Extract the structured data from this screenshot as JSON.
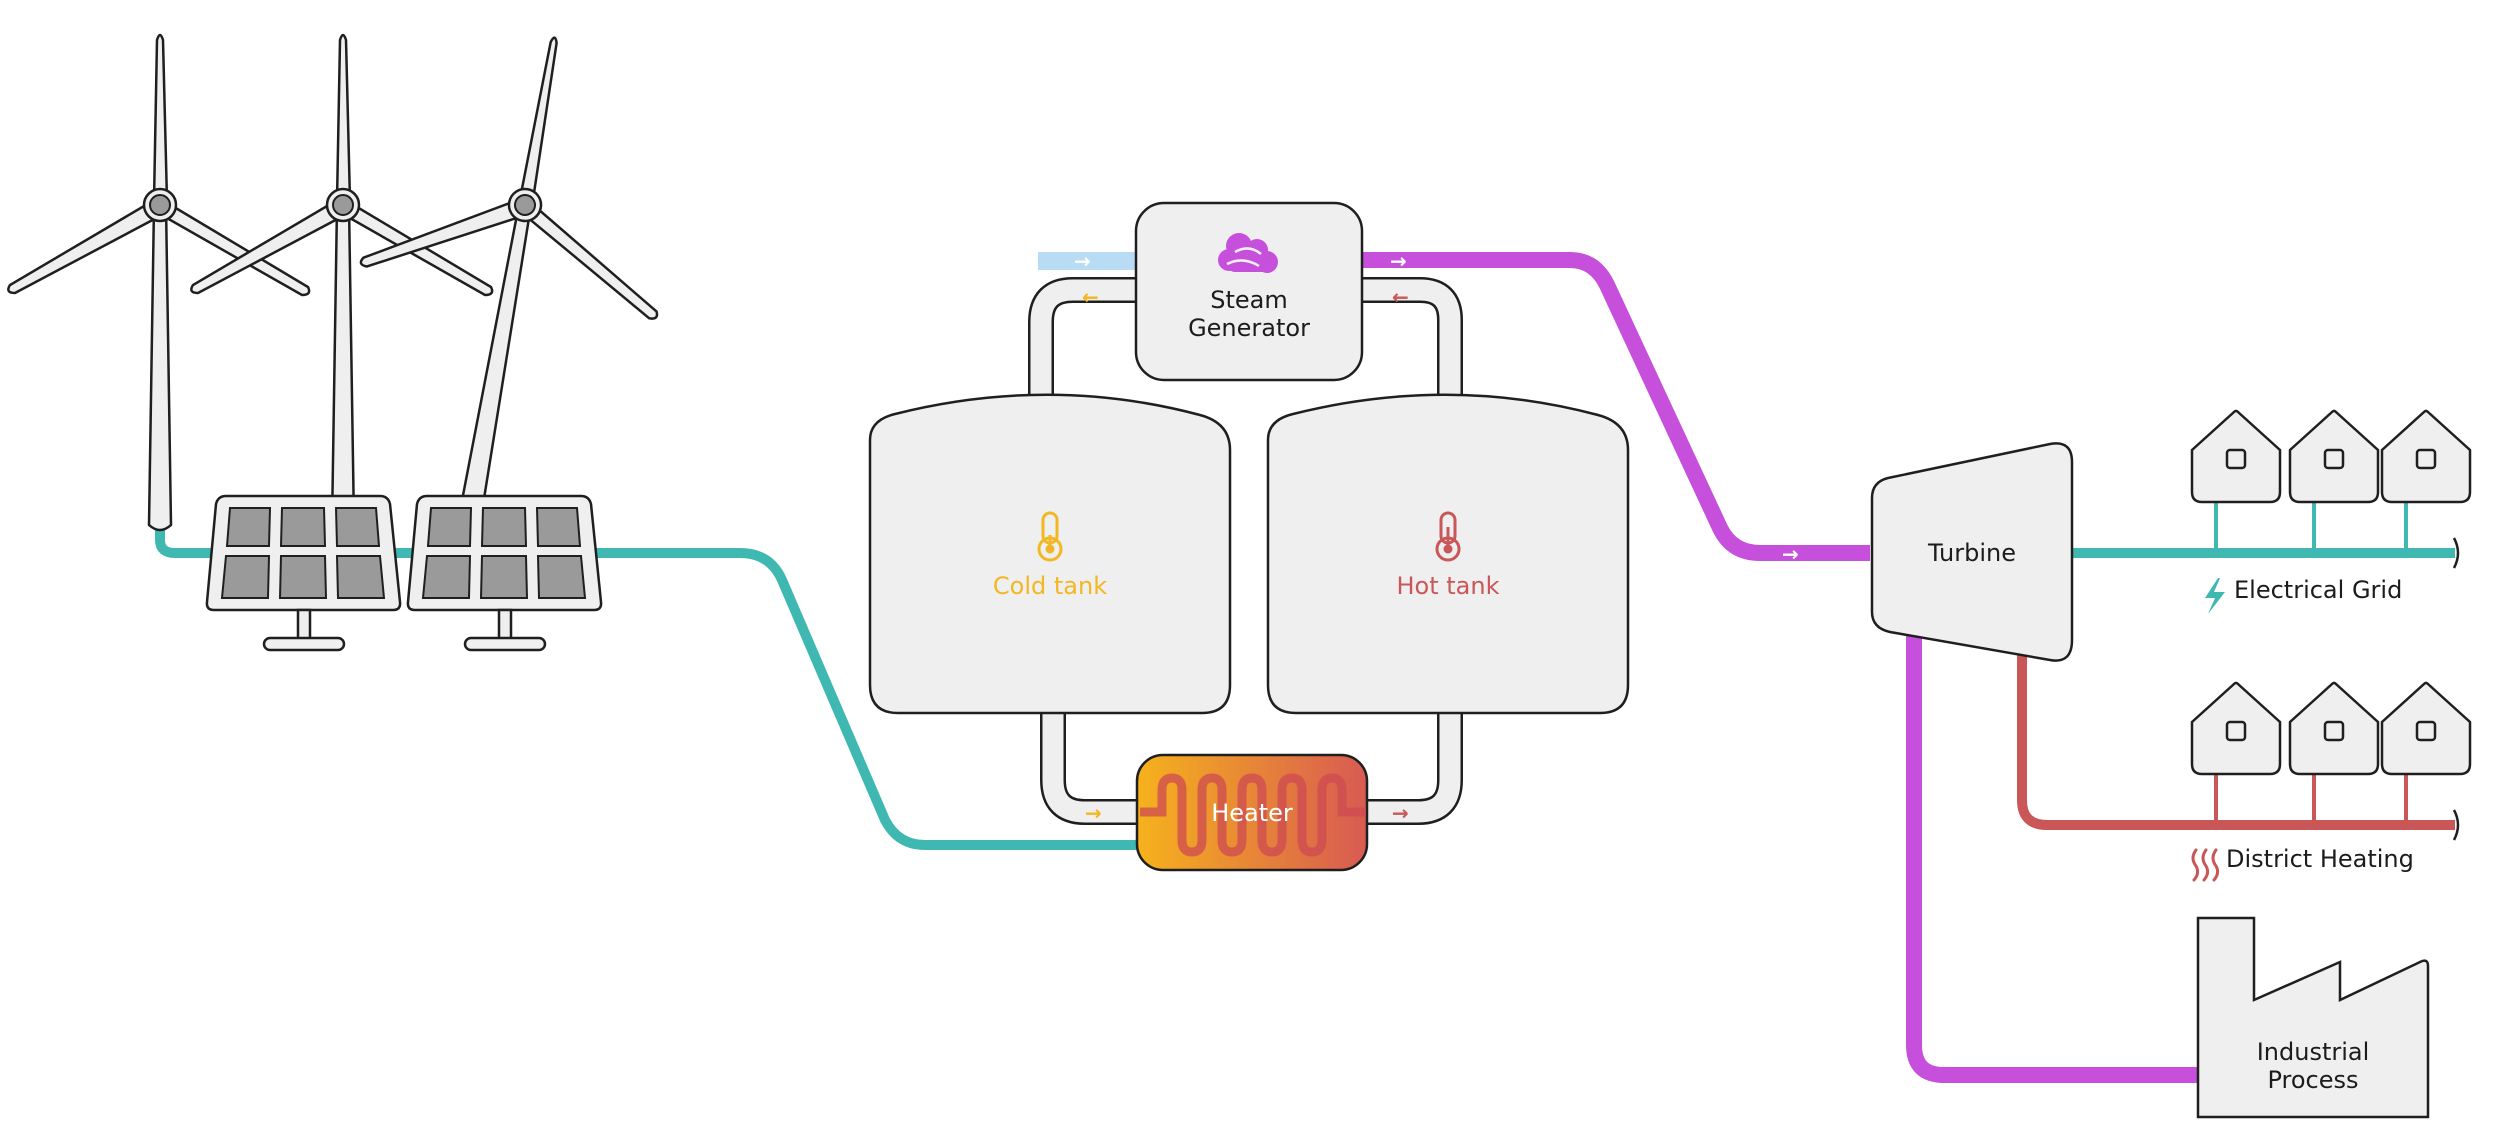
{
  "colors": {
    "electric": "#3fb8b1",
    "steam": "#c64fdc",
    "heating": "#c95757",
    "water": "#b8dcf4",
    "cold": "#f2b722",
    "hot": "#c95757",
    "component_fill": "#efefef",
    "outline": "#1f1f1f",
    "solar_cell": "#9a9a9a"
  },
  "components": {
    "steam_generator": {
      "line1": "Steam",
      "line2": "Generator",
      "icon": "cloud-steam-icon"
    },
    "cold_tank": {
      "label": "Cold tank",
      "icon": "thermometer-cold-icon"
    },
    "hot_tank": {
      "label": "Hot tank",
      "icon": "thermometer-hot-icon"
    },
    "heater": {
      "label": "Heater",
      "icon": "heating-coil-icon"
    },
    "turbine": {
      "label": "Turbine"
    },
    "industrial": {
      "line1": "Industrial",
      "line2": "Process",
      "icon": "factory-icon"
    }
  },
  "outputs": {
    "electrical": {
      "label": "Electrical Grid",
      "icon": "lightning-icon"
    },
    "district": {
      "label": "District Heating",
      "icon": "heat-waves-icon"
    }
  },
  "sources": {
    "wind": {
      "icon": "wind-turbine-icon",
      "count": 3
    },
    "solar": {
      "icon": "solar-panel-icon",
      "count": 2
    }
  },
  "consumers": {
    "houses": {
      "icon": "house-icon",
      "count_per_row": 3
    }
  },
  "flow_arrows": {
    "right": "→",
    "left": "←"
  }
}
